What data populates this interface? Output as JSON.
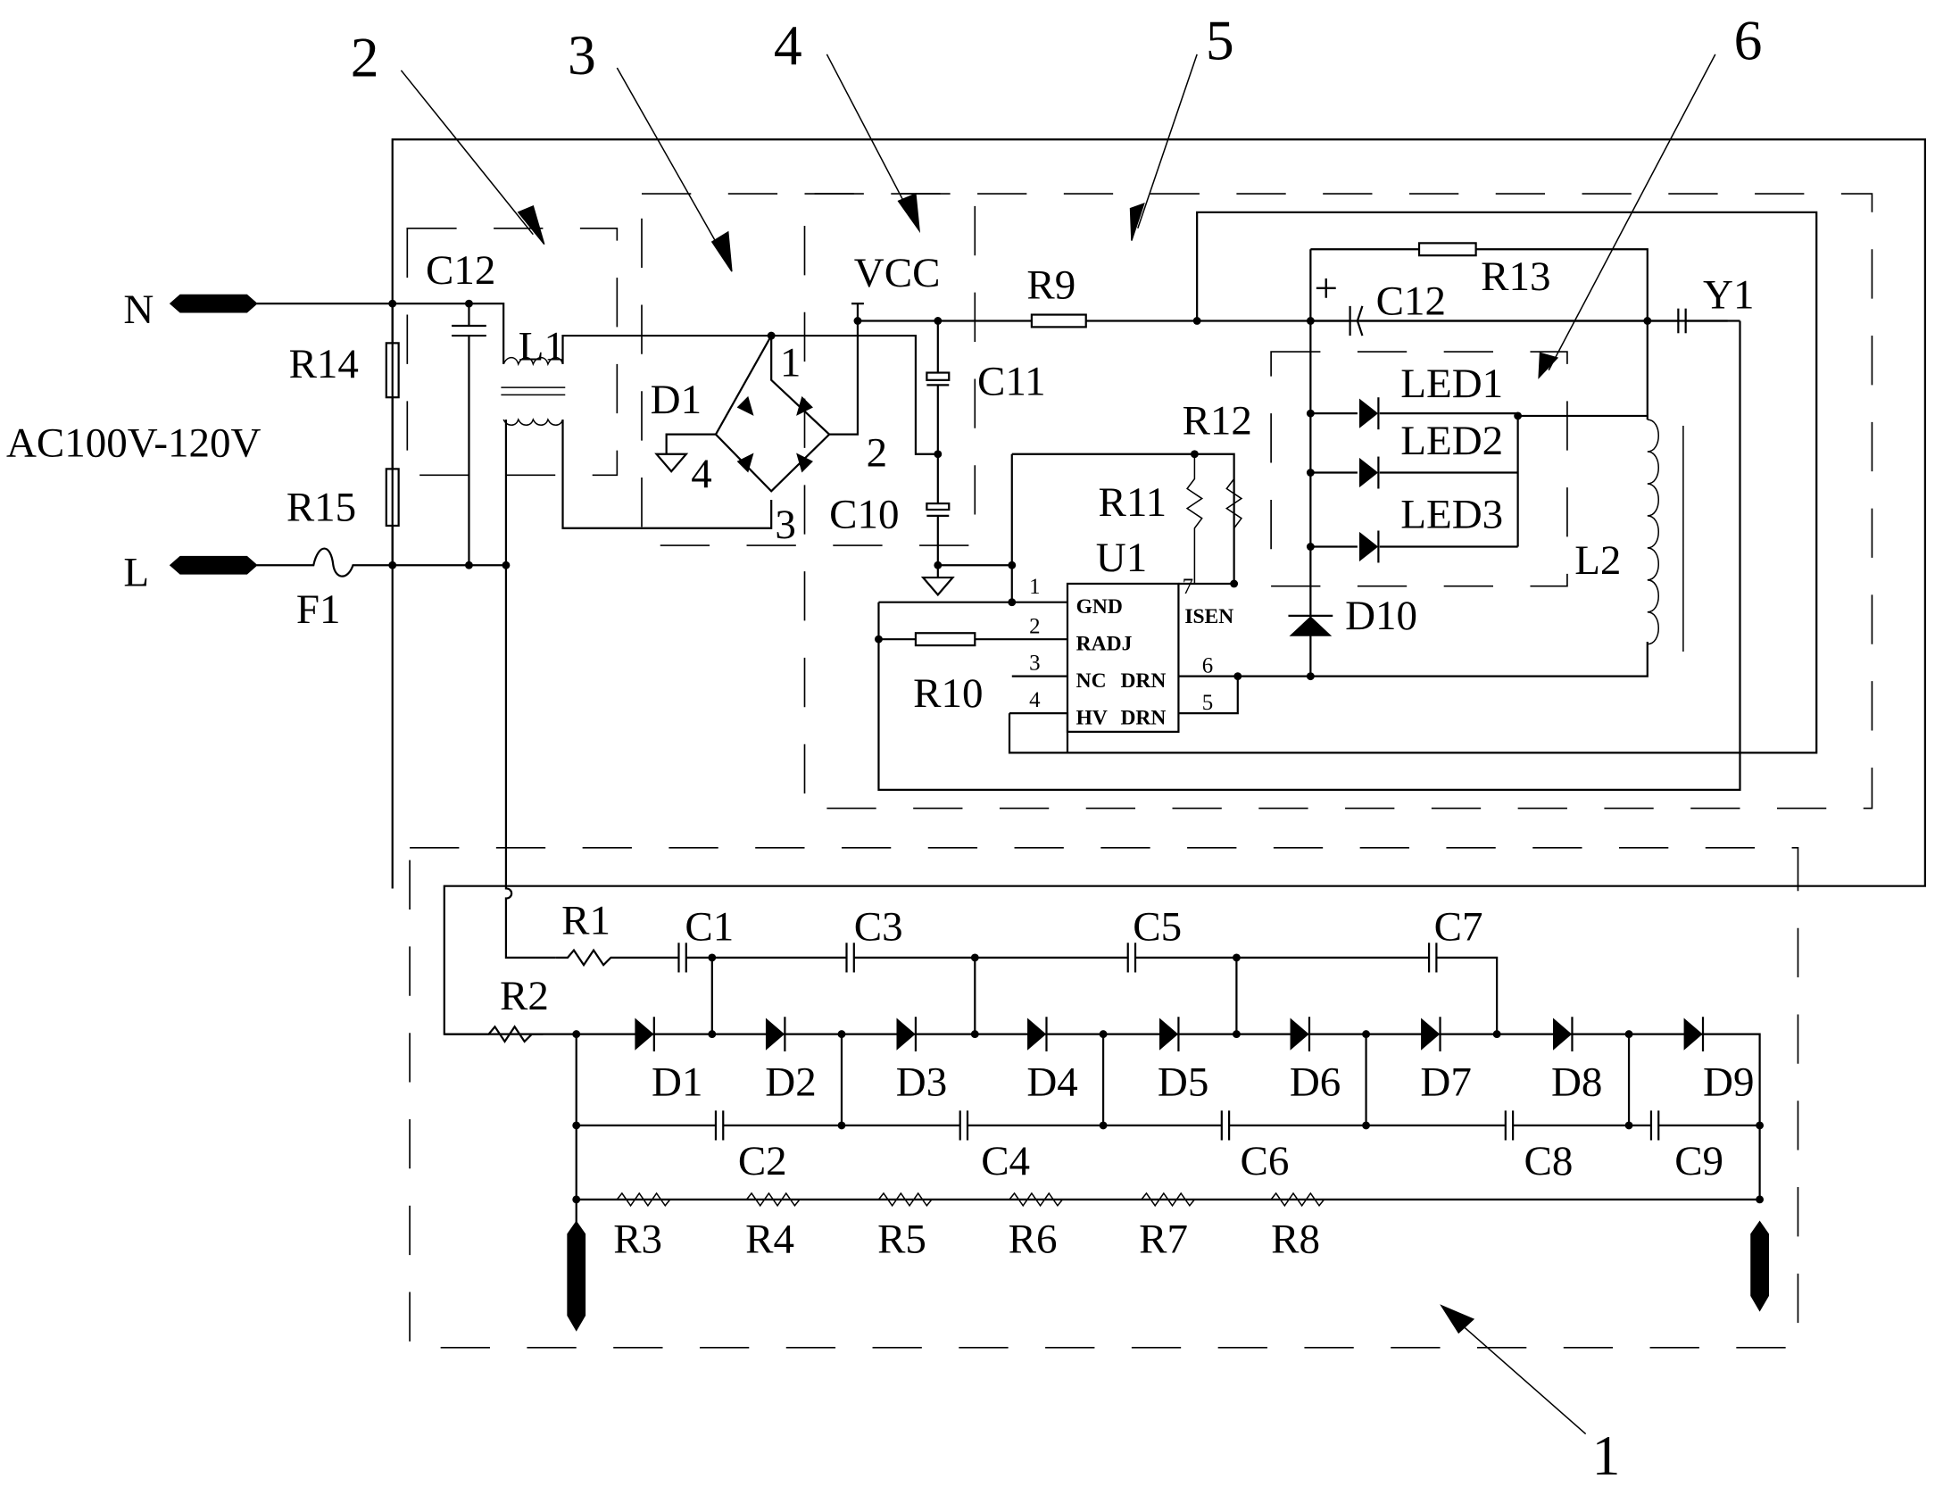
{
  "title": "LED driver circuit schematic",
  "callouts": [
    "1",
    "2",
    "3",
    "4",
    "5",
    "6"
  ],
  "input": {
    "neutral": "N",
    "line": "L",
    "voltage": "AC100V-120V",
    "fuse": "F1"
  },
  "filter": {
    "cap": "C12",
    "choke": "L1",
    "r_top": "R14",
    "r_bot": "R15"
  },
  "rectifier": {
    "name": "D1",
    "pins": [
      "1",
      "2",
      "3",
      "4"
    ]
  },
  "supply": {
    "vcc": "VCC",
    "c_top": "C11",
    "c_bot": "C10",
    "r9": "R9"
  },
  "driver": {
    "ic": "U1",
    "pins": [
      {
        "num": "1",
        "name": "GND"
      },
      {
        "num": "2",
        "name": "RADJ"
      },
      {
        "num": "3",
        "name": "NC"
      },
      {
        "num": "4",
        "name": "HV"
      },
      {
        "num": "5",
        "name": "DRN"
      },
      {
        "num": "6",
        "name": "DRN"
      },
      {
        "num": "7",
        "name": "ISEN"
      }
    ],
    "r10": "R10",
    "r11": "R11",
    "r12": "R12",
    "r13": "R13",
    "c12": "C12",
    "plus": "+",
    "d10": "D10",
    "l2": "L2",
    "y1": "Y1"
  },
  "leds": [
    "LED1",
    "LED2",
    "LED3"
  ],
  "multiplier": {
    "top_caps": [
      "C1",
      "C3",
      "C5",
      "C7"
    ],
    "bottom_caps": [
      "C2",
      "C4",
      "C6",
      "C8",
      "C9"
    ],
    "diodes": [
      "D1",
      "D2",
      "D3",
      "D4",
      "D5",
      "D6",
      "D7",
      "D8",
      "D9"
    ],
    "resistors": [
      "R1",
      "R2",
      "R3",
      "R4",
      "R5",
      "R6",
      "R7",
      "R8"
    ]
  }
}
